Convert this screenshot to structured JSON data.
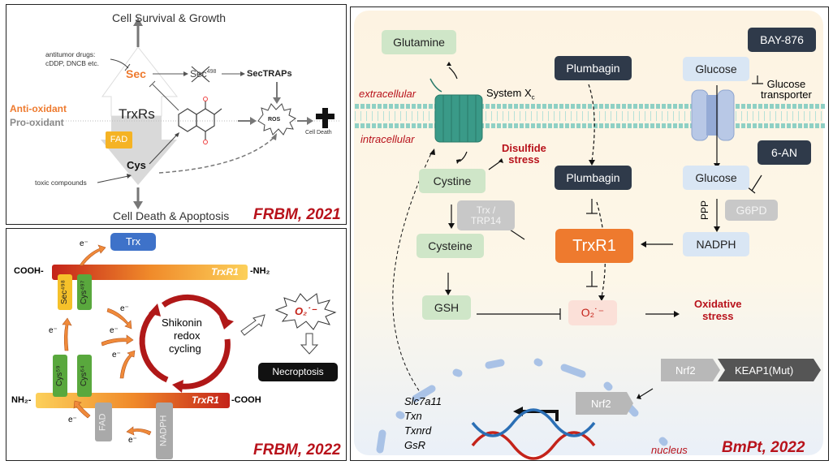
{
  "panel_a": {
    "top_label": "Cell Survival & Growth",
    "bottom_label": "Cell Death & Apoptosis",
    "drugs_label_1": "antitumor drugs:",
    "drugs_label_2": "cDDP, DNCB etc.",
    "sec": "Sec",
    "sec498": "Sec",
    "sec498_sup": "498",
    "sectraps": "SecTRAPs",
    "anti_oxidant": "Anti-oxidant",
    "pro_oxidant": "Pro-oxidant",
    "trxrs": "TrxRs",
    "fad": "FAD",
    "cys": "Cys",
    "toxic": "toxic compounds",
    "ros": "ROS",
    "cell_death": "Cell Death",
    "quinone_o": "O",
    "citation": "FRBM, 2021"
  },
  "panel_b": {
    "trx": "Trx",
    "electron": "e⁻",
    "cooh_left": "COOH-",
    "nh2_right": "-NH₂",
    "trxr1_top": "TrxR1",
    "sec498": "Sec⁴⁹⁸",
    "cys497": "Cys⁴⁹⁷",
    "cys59": "Cys⁵⁹",
    "cys64": "Cys⁶⁴",
    "nh2_left": "NH₂-",
    "trxr1_bottom": "TrxR1",
    "cooh_right": "-COOH",
    "fad": "FAD",
    "nadph": "NADPH",
    "shikonin_1": "Shikonin",
    "shikonin_2": "redox",
    "shikonin_3": "cycling",
    "superoxide": "O₂˙⁻",
    "necroptosis": "Necroptosis",
    "citation": "FRBM, 2022"
  },
  "panel_c": {
    "glutamine": "Glutamine",
    "plumbagin_out": "Plumbagin",
    "glucose_out": "Glucose",
    "bay876": "BAY-876",
    "glucose_transporter_1": "Glucose",
    "glucose_transporter_2": "transporter",
    "extracellular": "extracellular",
    "intracellular": "intracellular",
    "system_xc": "System X",
    "system_xc_sub": "c",
    "disulfide_1": "Disulfide",
    "disulfide_2": "stress",
    "cystine": "Cystine",
    "plumbagin_in": "Plumbagin",
    "glucose_in": "Glucose",
    "six_an": "6-AN",
    "trx_trp14_1": "Trx /",
    "trx_trp14_2": "TRP14",
    "ppp": "PPP",
    "g6pd": "G6PD",
    "cysteine": "Cysteine",
    "trxr1": "TrxR1",
    "nadph": "NADPH",
    "gsh": "GSH",
    "superoxide": "O₂˙⁻",
    "oxidative_1": "Oxidative",
    "oxidative_2": "stress",
    "nrf2_top": "Nrf2",
    "keap1": "KEAP1(Mut)",
    "nrf2_nucleus": "Nrf2",
    "genes": [
      "Slc7a11",
      "Txn",
      "Txnrd",
      "GsR"
    ],
    "nucleus": "nucleus",
    "citation": "BmPt, 2022"
  },
  "colors": {
    "citation_red": "#b8121b",
    "orange": "#ee7a2e",
    "dark_box": "#2f3a4a",
    "membrane": "#8fd0c4",
    "transporter": "#3a9a88"
  }
}
